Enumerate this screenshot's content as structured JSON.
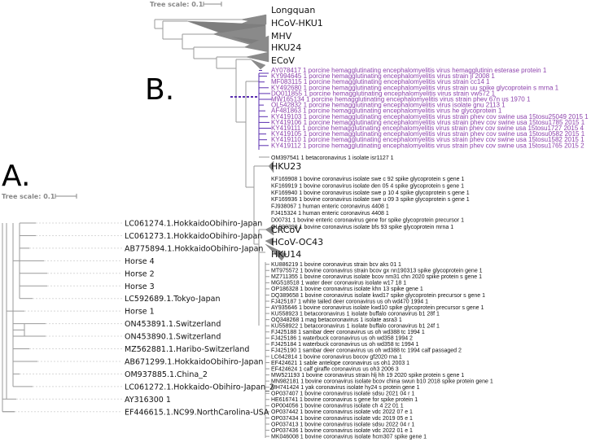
{
  "panelA": {
    "label": "A.",
    "tree_scale": "Tree scale: 0.1",
    "leaves": [
      "LC061274.1.HokkaidoObihiro-Japan",
      "LC061273.1.HokkaidoObihiro-Japan",
      "AB775894.1.HokkaidoObihiro-Japan",
      "Horse 4",
      "Horse 2",
      "Horse 3",
      "LC592689.1.Tokyo-Japan",
      "Horse 1",
      "ON453891.1.Switzerland",
      "ON453890.1.Switzerland",
      "MZ562881.1.Haribo-Switzerland",
      "AB671299.1.HokkaidoObihiro-Japan",
      "OM937885.1.China_2",
      "LC061272.1.Hokkaido-Obihiro-Japan_2",
      "AY316300 1",
      "EF446615.1.NC99.NorthCarolina-USA"
    ]
  },
  "panelB": {
    "label": "B.",
    "tree_scale": "Tree scale: 0.1",
    "top_clades": [
      "Longquan",
      "HCoV-HKU1",
      "MHV",
      "HKU24",
      "ECoV"
    ],
    "purple_leaves": [
      "AY078417 1 porcine hemagglutinating encephalomyelitis virus hemagglutinin esterase protein 1",
      "KY994645 1 porcine hemagglutinating encephalomyelitis virus strain jl 2008 1",
      "MF083115 1 porcine hemagglutinating encephalomyelitis virus strain cc14 1",
      "KY492680 1 porcine hemagglutinating encephalomyelitis virus strain uu spike glycoprotein s mrna 1",
      "DQ011855 1 porcine hemagglutinating encephalomyelitis virus strain vw572 1",
      "MW165134 1 porcine hemagglutinating encephalomyelitis virus strain phev 67n us 1970 1",
      "OL542832 1 porcine hemagglutinating encephalomyelitis virus isolate gnu 2113 1",
      "AF481863 1 porcine hemagglutinating encephalomyelitis virus he glycoprotein 1",
      "KY419103 1 porcine hemagglutinating encephalomyelitis virus strain phev cov swine usa 15tosu25049 2015 1",
      "KY419106 1 porcine hemagglutinating encephalomyelitis virus strain phev cov swine usa 15tosu1785 2015 1",
      "KY419111 1 porcine hemagglutinating encephalomyelitis virus strain phev cov swine usa 15tosu1727 2015 4",
      "KY419105 1 porcine hemagglutinating encephalomyelitis virus strain phev cov swine usa 15tosu0582 2015 1",
      "KY419110 1 porcine hemagglutinating encephalomyelitis virus strain phev cov swine usa 15tosu1582 2015 1",
      "KY419112 1 porcine hemagglutinating encephalomyelitis virus strain phev cov swine usa 15tosu1765 2015 2"
    ],
    "leaf_after_purple": "OM397541 1 betacoronavirus 1 isolate isr1127 1",
    "clade_hku23": "HKU23",
    "group1": [
      "KF169908 1 bovine coronavirus isolate swe c 92 spike glycoprotein s gene 1",
      "KF169919 1 bovine coronavirus isolate den 05 4 spike glycoprotein s gene 1",
      "KF169940 1 bovine coronavirus isolate swe p 10 4 spike glycoprotein s gene 1",
      "KF169936 1 bovine coronavirus isolate swe u 09 3 spike glycoprotein s gene 1",
      "FJ938067 1 human enteric coronavirus 4408 1",
      "FJ415324 1 human enteric coronavirus 4408 1",
      "D00731 1 bovine enteric coronavirus gene for spike glycoprotein precursor 1",
      "OL990398 1 bovine coronavirus isolate bfs 93 spike glycoprotein mrna 1"
    ],
    "mid_clades": [
      "CRCoV",
      "HCoV-OC43",
      "HKU14"
    ],
    "group2": [
      "KU886219 1 bovine coronavirus strain bcv aks 01 1",
      "MT975572 1 bovine coronavirus strain bcov gx nn190313 spike glycoprotein gene 1",
      "MZ711355 1 bovine coronavirus isolate bcov nm31 chn 2020 spike protein s gene 1",
      "MG518518 1 water deer coronavirus isolate w17 18 1",
      "OP186328 1 bovine coronavirus isolate khn 13 spike gene 1",
      "DQ389658 1 bovine coronavirus isolate kwd17 spike glycoprotein precursor s gene 1",
      "FJ425187 1 white tailed deer coronavirus us oh wd470 1994 1",
      "AY935646 1 bovine coronavirus isolate kwd10 spike glycoprotein precursor s gene 1",
      "KU558923 1 betacoronavirus 1 isolate buffalo coronavirus b1 28f 1",
      "OQ348268 1 mag betacoronavirus 1 isolate asra3 1",
      "KU558922 1 betacoronavirus 1 isolate buffalo coronavirus b1 24f 1",
      "FJ425188 1 sambar deer coronavirus us oh wd388 tc 1994 1",
      "FJ425186 1 waterbuck coronavirus us oh wd358 1994 2",
      "FJ425184 1 waterbuck coronavirus us oh wd358 tc 1994 1",
      "FJ425190 1 sambar deer coronavirus us oh wd388 tc 1994 calf passaged 2",
      "LC642814 1 bovine coronavirus bocov gf2020 rna 1",
      "EF424621 1 sable antelope coronavirus us oh1 2003 1",
      "EF424624 1 calf giraffe coronavirus us oh3 2006 3",
      "MW521193 1 bovine coronavirus strain hlj hh 19 2020 spike protein s gene 1",
      "MN982181 1 bovine coronavirus isolate bcov china swun b10 2018 spike protein gene 1",
      "MH741424 1 yak coronavirus isolate hy24 s protein gene 1",
      "OP037407 1 bovine coronavirus isolate sdsu 2021 04 r 1",
      "HE616741 1 bovine coronavirus s gene for spike protein 1",
      "OP004056 1 bovine coronavirus isolate ch 4 22 01 1",
      "OP037442 1 bovine coronavirus isolate vdc 2022 07 e 1",
      "OP037434 1 bovine coronavirus isolate vdc 2019 05 e 1",
      "OP037413 1 bovine coronavirus isolate sdsu 2022 04 r 1",
      "OP037436 1 bovine coronavirus isolate vdc 2022 01 e 1",
      "MK046008 1 bovine coronavirus isolate hcm307 spike gene 1"
    ],
    "colors": {
      "purple": "#8e44ad",
      "purple_branch": "#5b2fb0",
      "branch": "#9a9a9a",
      "collapsed": "#8a8a8a"
    }
  }
}
